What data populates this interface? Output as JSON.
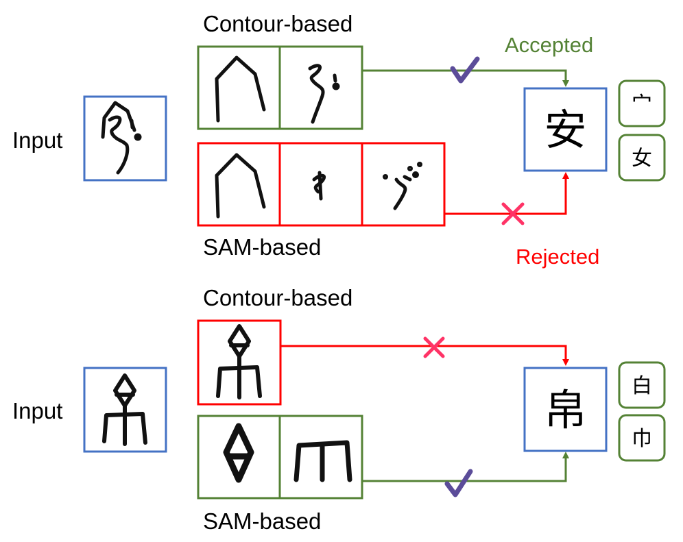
{
  "colors": {
    "input_border": "#4472c4",
    "accepted": "#548235",
    "rejected": "#ff0000",
    "check_mark": "#5b4c99",
    "cross_mark": "#ff3366"
  },
  "example_1": {
    "input_label": "Input",
    "contour_label": "Contour-based",
    "sam_label": "SAM-based",
    "accepted_label": "Accepted",
    "rejected_label": "Rejected",
    "contour_status": "accepted",
    "sam_status": "rejected",
    "contour_components": 2,
    "sam_components": 3,
    "result_character": "安",
    "component_characters": [
      "宀",
      "女"
    ]
  },
  "example_2": {
    "input_label": "Input",
    "contour_label": "Contour-based",
    "sam_label": "SAM-based",
    "contour_status": "rejected",
    "sam_status": "accepted",
    "contour_components": 1,
    "sam_components": 2,
    "result_character": "帛",
    "component_characters": [
      "白",
      "巾"
    ]
  }
}
